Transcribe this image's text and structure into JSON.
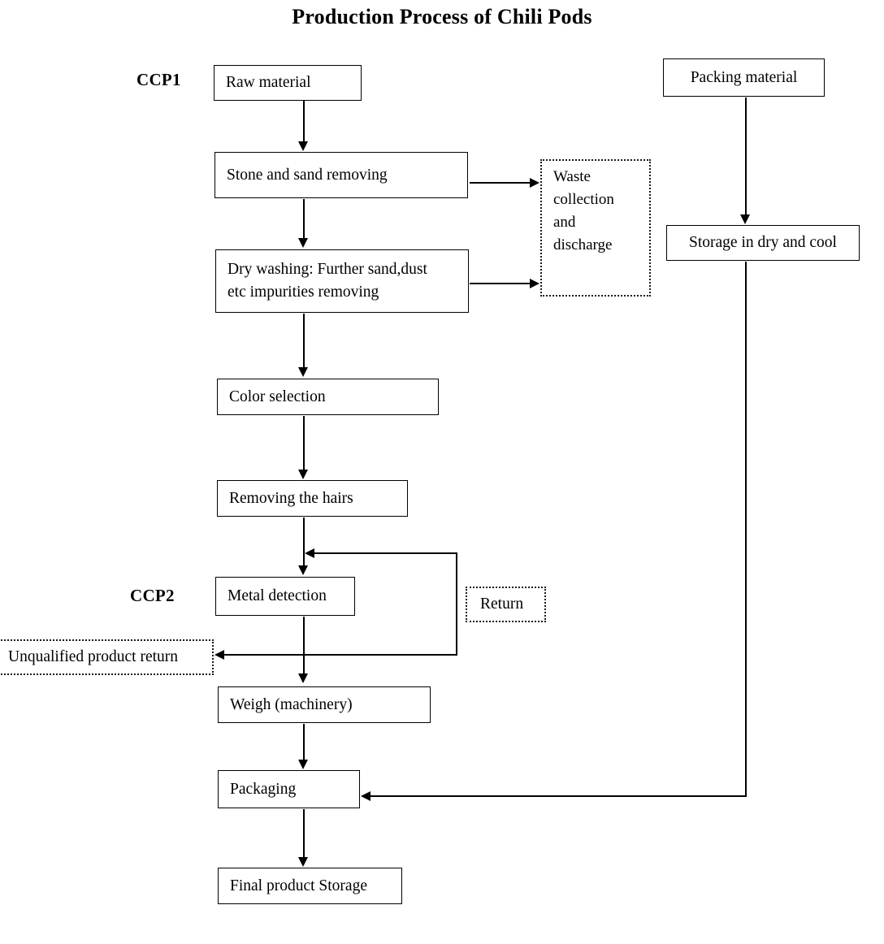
{
  "diagram": {
    "title": "Production Process of Chili Pods",
    "type": "flowchart",
    "background_color": "#ffffff",
    "line_color": "#000000",
    "text_color": "#000000"
  },
  "labels": {
    "ccp1": "CCP1",
    "ccp2": "CCP2"
  },
  "nodes": {
    "raw_material": "Raw material",
    "stone_sand_removing": "Stone and sand removing",
    "dry_washing": "Dry washing:  Further sand,dust\netc impurities removing",
    "waste_collection": "Waste\ncollection\nand\ndischarge",
    "color_selection": "Color selection",
    "removing_hairs": "Removing the hairs",
    "metal_detection": "Metal detection",
    "return_note": "Return",
    "unqualified_return": "Unqualified product return",
    "weigh": "Weigh (machinery)",
    "packaging": "Packaging",
    "final_storage": "Final product Storage",
    "packing_material": "Packing material",
    "storage_dry_cool": "Storage in dry and cool"
  },
  "edges": [
    {
      "from": "raw_material",
      "to": "stone_sand_removing",
      "style": "solid-arrow-down"
    },
    {
      "from": "stone_sand_removing",
      "to": "waste_collection",
      "style": "solid-arrow-right"
    },
    {
      "from": "stone_sand_removing",
      "to": "dry_washing",
      "style": "solid-arrow-down"
    },
    {
      "from": "dry_washing",
      "to": "waste_collection",
      "style": "solid-arrow-right"
    },
    {
      "from": "dry_washing",
      "to": "color_selection",
      "style": "solid-arrow-down"
    },
    {
      "from": "color_selection",
      "to": "removing_hairs",
      "style": "solid-arrow-down"
    },
    {
      "from": "removing_hairs",
      "to": "metal_detection",
      "style": "solid-arrow-down"
    },
    {
      "from": "metal_detection",
      "to": "unqualified_return",
      "style": "solid-arrow-left"
    },
    {
      "from": "unqualified_return",
      "to": "metal_detection",
      "style": "return-loop"
    },
    {
      "from": "metal_detection",
      "to": "weigh",
      "style": "solid-arrow-down"
    },
    {
      "from": "weigh",
      "to": "packaging",
      "style": "solid-arrow-down"
    },
    {
      "from": "packaging",
      "to": "final_storage",
      "style": "solid-arrow-down"
    },
    {
      "from": "packing_material",
      "to": "storage_dry_cool",
      "style": "solid-arrow-down"
    },
    {
      "from": "storage_dry_cool",
      "to": "packaging",
      "style": "solid-arrow-left"
    }
  ]
}
